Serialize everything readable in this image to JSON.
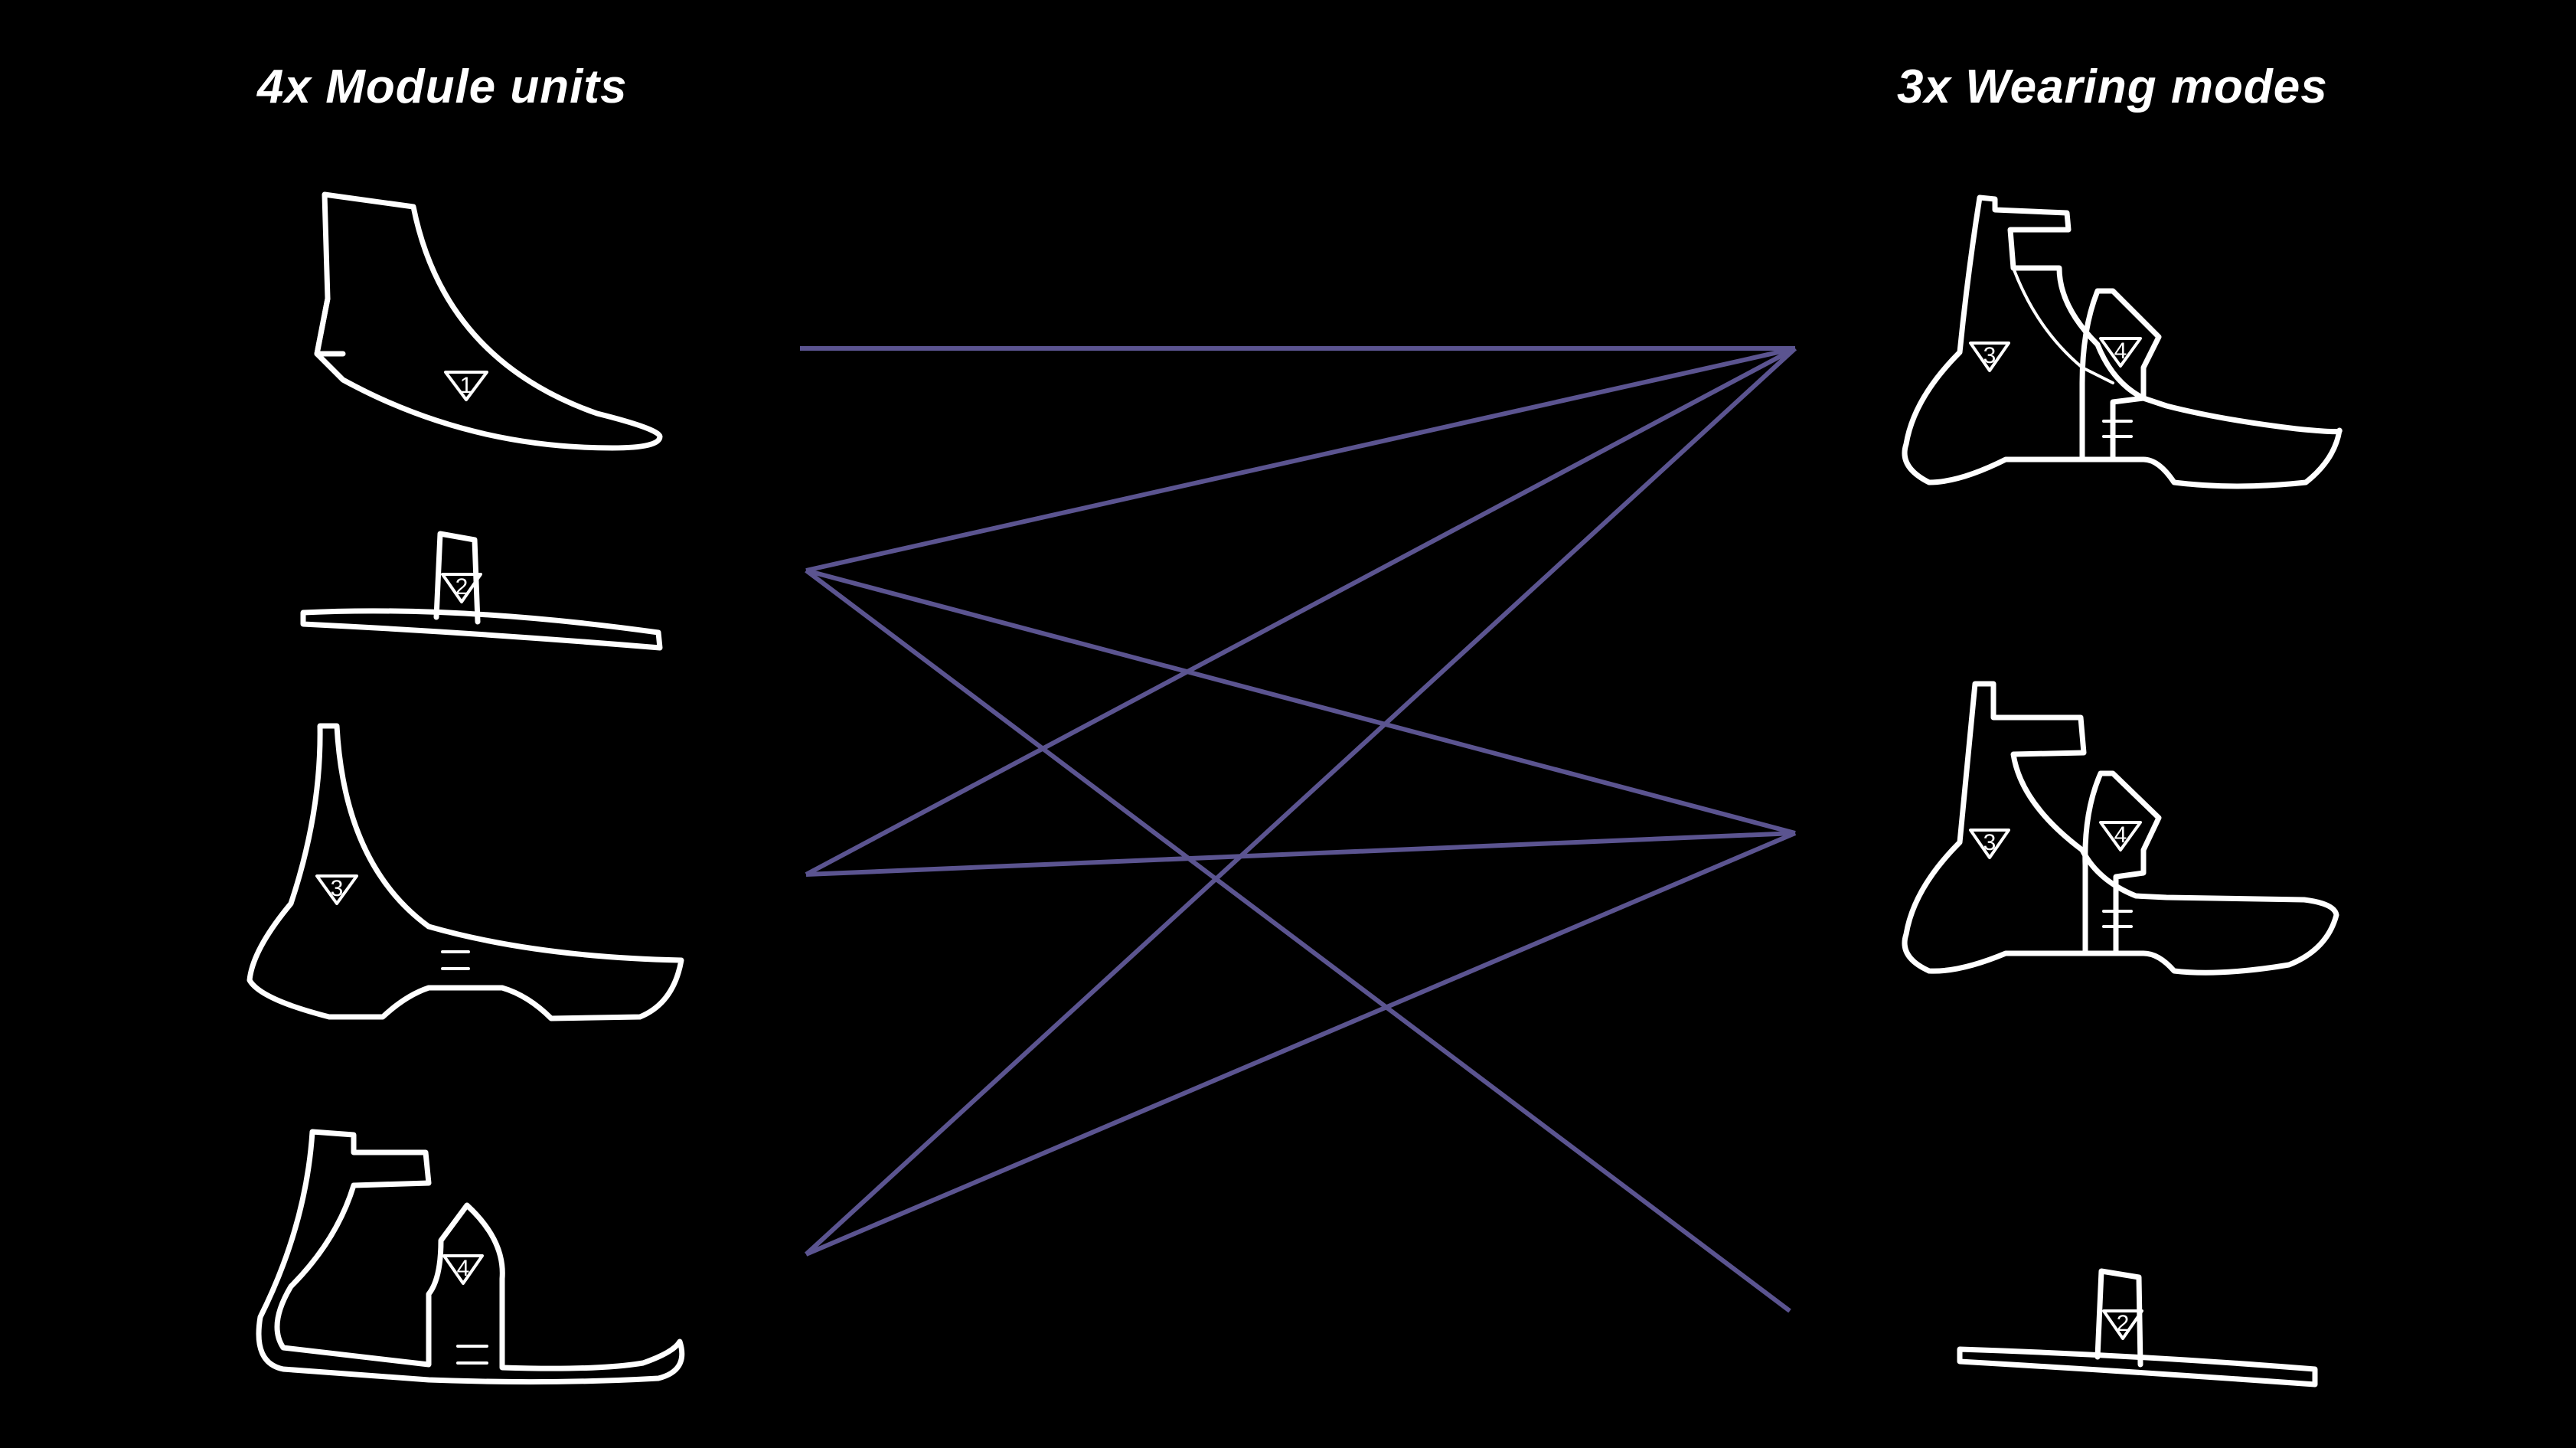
{
  "headings": {
    "left": "4x Module units",
    "right": "3x Wearing modes"
  },
  "colors": {
    "background": "#000000",
    "outline": "#ffffff",
    "connector": "#5b5490"
  },
  "modules": [
    {
      "number": "1"
    },
    {
      "number": "2"
    },
    {
      "number": "3"
    },
    {
      "number": "4"
    }
  ],
  "modes": [
    {
      "numbers": [
        "3",
        "4"
      ]
    },
    {
      "numbers": [
        "3",
        "4"
      ]
    },
    {
      "numbers": [
        "2"
      ]
    }
  ],
  "connections": [
    {
      "from_module": "1",
      "to_mode": 1
    },
    {
      "from_module": "2",
      "to_mode": 1
    },
    {
      "from_module": "2",
      "to_mode": 2
    },
    {
      "from_module": "2",
      "to_mode": 3
    },
    {
      "from_module": "3",
      "to_mode": 1
    },
    {
      "from_module": "3",
      "to_mode": 2
    },
    {
      "from_module": "4",
      "to_mode": 1
    },
    {
      "from_module": "4",
      "to_mode": 2
    }
  ]
}
